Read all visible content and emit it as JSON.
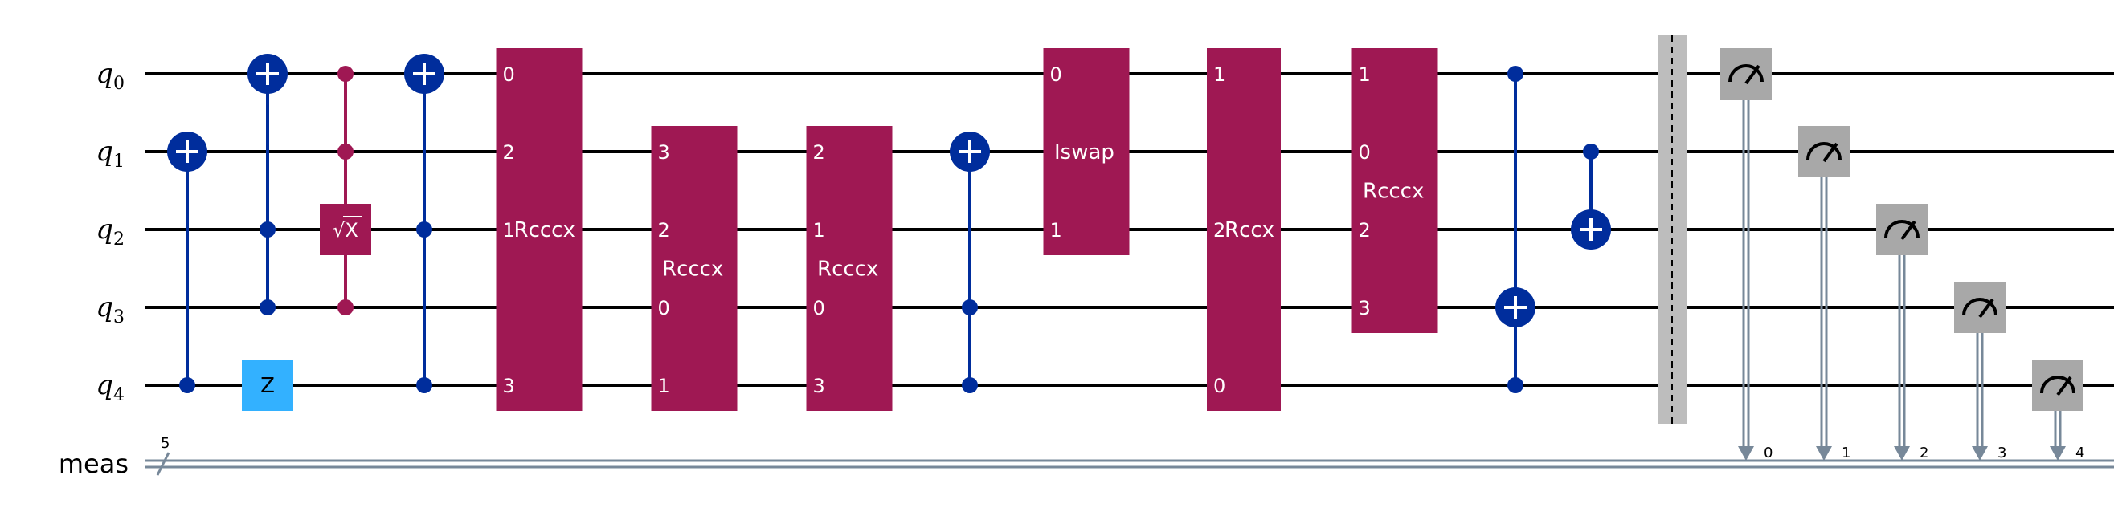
{
  "qubits": [
    {
      "id": "q0",
      "base": "q",
      "sub": "0"
    },
    {
      "id": "q1",
      "base": "q",
      "sub": "1"
    },
    {
      "id": "q2",
      "base": "q",
      "sub": "2"
    },
    {
      "id": "q3",
      "base": "q",
      "sub": "3"
    },
    {
      "id": "q4",
      "base": "q",
      "sub": "4"
    }
  ],
  "classical": {
    "label": "meas",
    "width_label": "5",
    "bit_labels": [
      "0",
      "1",
      "2",
      "3",
      "4"
    ]
  },
  "colors": {
    "wire": "#000000",
    "controlled": "#002d9c",
    "controlled_phase": "#9f1853",
    "multi_gate": "#9f1853",
    "z_gate": "#33b1ff",
    "measure": "#a8a8a8",
    "barrier": "#bdbdbd",
    "classical_wire": "#778899",
    "gate_text": "#ffffff"
  },
  "gates": [
    {
      "kind": "cx",
      "col": 0,
      "control": 4,
      "target": 1
    },
    {
      "kind": "single",
      "col": 1,
      "qubit": 4,
      "label": "Z"
    },
    {
      "kind": "ccx",
      "col": 1,
      "controls": [
        2,
        3
      ],
      "target": 0
    },
    {
      "kind": "csx",
      "col": 2,
      "controls": [
        0,
        1,
        3
      ],
      "target": 2,
      "label": "√X"
    },
    {
      "kind": "ccx",
      "col": 3,
      "controls": [
        2,
        4
      ],
      "target": 0
    },
    {
      "kind": "multi",
      "col": 4,
      "label": "Rcccx",
      "rows": [
        0,
        4
      ],
      "labels": [
        {
          "qubit": 0,
          "text": "0"
        },
        {
          "qubit": 1,
          "text": "2"
        },
        {
          "qubit": 2,
          "text": "1"
        },
        {
          "qubit": 4,
          "text": "3"
        }
      ],
      "label_qubit": 2
    },
    {
      "kind": "multi",
      "col": 5,
      "label": "Rcccx",
      "rows": [
        1,
        4
      ],
      "labels": [
        {
          "qubit": 1,
          "text": "3"
        },
        {
          "qubit": 2,
          "text": "2"
        },
        {
          "qubit": 3,
          "text": "0"
        },
        {
          "qubit": 4,
          "text": "1"
        }
      ],
      "label_qubit": 2.5
    },
    {
      "kind": "multi",
      "col": 6,
      "label": "Rcccx",
      "rows": [
        1,
        4
      ],
      "labels": [
        {
          "qubit": 1,
          "text": "2"
        },
        {
          "qubit": 2,
          "text": "1"
        },
        {
          "qubit": 3,
          "text": "0"
        },
        {
          "qubit": 4,
          "text": "3"
        }
      ],
      "label_qubit": 2.5
    },
    {
      "kind": "ccx",
      "col": 7,
      "controls": [
        3,
        4
      ],
      "target": 1
    },
    {
      "kind": "multi",
      "col": 8,
      "label": "Iswap",
      "rows": [
        0,
        2
      ],
      "labels": [
        {
          "qubit": 0,
          "text": "0"
        },
        {
          "qubit": 2,
          "text": "1"
        }
      ],
      "label_qubit": 1
    },
    {
      "kind": "multi",
      "col": 9,
      "label": "Rccx",
      "rows": [
        0,
        4
      ],
      "labels": [
        {
          "qubit": 0,
          "text": "1"
        },
        {
          "qubit": 2,
          "text": "2"
        },
        {
          "qubit": 4,
          "text": "0"
        }
      ],
      "label_qubit": 2
    },
    {
      "kind": "multi",
      "col": 10,
      "label": "Rcccx",
      "rows": [
        0,
        3
      ],
      "labels": [
        {
          "qubit": 0,
          "text": "1"
        },
        {
          "qubit": 1,
          "text": "0"
        },
        {
          "qubit": 2,
          "text": "2"
        },
        {
          "qubit": 3,
          "text": "3"
        }
      ],
      "label_qubit": 1.5
    },
    {
      "kind": "ccx",
      "col": 11,
      "controls": [
        0,
        4
      ],
      "target": 3
    },
    {
      "kind": "cx",
      "col": 12,
      "control": 1,
      "target": 2
    },
    {
      "kind": "barrier",
      "col": 13
    },
    {
      "kind": "measure",
      "col": 14,
      "qubit": 0,
      "bit": 0
    },
    {
      "kind": "measure",
      "col": 15,
      "qubit": 1,
      "bit": 1
    },
    {
      "kind": "measure",
      "col": 16,
      "qubit": 2,
      "bit": 2
    },
    {
      "kind": "measure",
      "col": 17,
      "qubit": 3,
      "bit": 3
    },
    {
      "kind": "measure",
      "col": 18,
      "qubit": 4,
      "bit": 4
    }
  ]
}
